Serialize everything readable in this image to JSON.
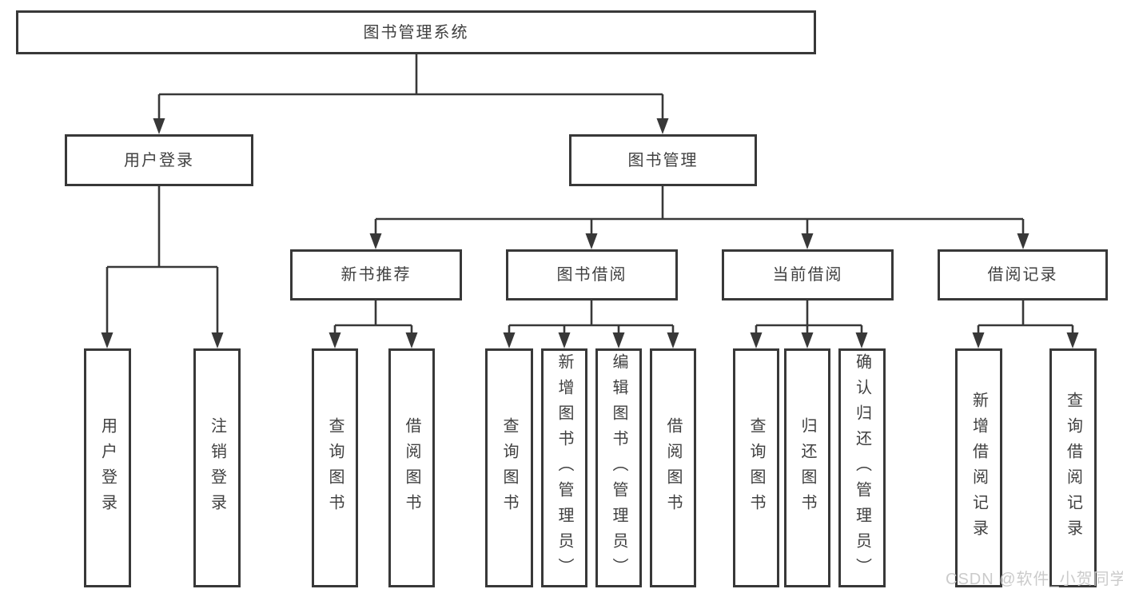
{
  "colors": {
    "line": "#383838",
    "text": "#404040",
    "background": "#ffffff",
    "watermark": "#cbcbcb"
  },
  "diagram": {
    "type": "tree",
    "root": {
      "label": "图书管理系统"
    },
    "level2": [
      {
        "label": "用户登录",
        "parent": "图书管理系统"
      },
      {
        "label": "图书管理",
        "parent": "图书管理系统"
      }
    ],
    "level3": [
      {
        "label": "新书推荐",
        "parent": "图书管理"
      },
      {
        "label": "图书借阅",
        "parent": "图书管理"
      },
      {
        "label": "当前借阅",
        "parent": "图书管理"
      },
      {
        "label": "借阅记录",
        "parent": "图书管理"
      }
    ],
    "leaves": [
      {
        "label": "用户登录",
        "parent": "用户登录"
      },
      {
        "label": "注销登录",
        "parent": "用户登录"
      },
      {
        "label": "查询图书",
        "parent": "新书推荐"
      },
      {
        "label": "借阅图书",
        "parent": "新书推荐"
      },
      {
        "label": "查询图书",
        "parent": "图书借阅"
      },
      {
        "label": "新增图书（管理员）",
        "parent": "图书借阅"
      },
      {
        "label": "编辑图书（管理员）",
        "parent": "图书借阅"
      },
      {
        "label": "借阅图书",
        "parent": "图书借阅"
      },
      {
        "label": "查询图书",
        "parent": "当前借阅"
      },
      {
        "label": "归还图书",
        "parent": "当前借阅"
      },
      {
        "label": "确认归还（管理员）",
        "parent": "当前借阅"
      },
      {
        "label": "新增借阅记录",
        "parent": "借阅记录"
      },
      {
        "label": "查询借阅记录",
        "parent": "借阅记录"
      }
    ]
  },
  "watermark": {
    "text": "CSDN @软件_小贺同学"
  }
}
